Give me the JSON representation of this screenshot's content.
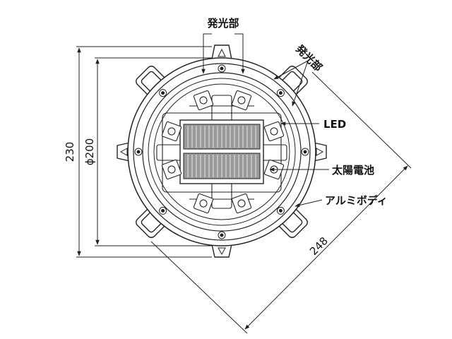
{
  "labels": {
    "emitter_top": "発光部",
    "emitter_diag": "発光部",
    "led": "LED",
    "solar": "太陽電池",
    "body": "アルミボディ"
  },
  "dimensions": {
    "height": "230",
    "diameter": "ϕ200",
    "diagonal": "248"
  },
  "colors": {
    "line": "#222222",
    "body_fill": "#ffffff",
    "panel": "#555555"
  }
}
